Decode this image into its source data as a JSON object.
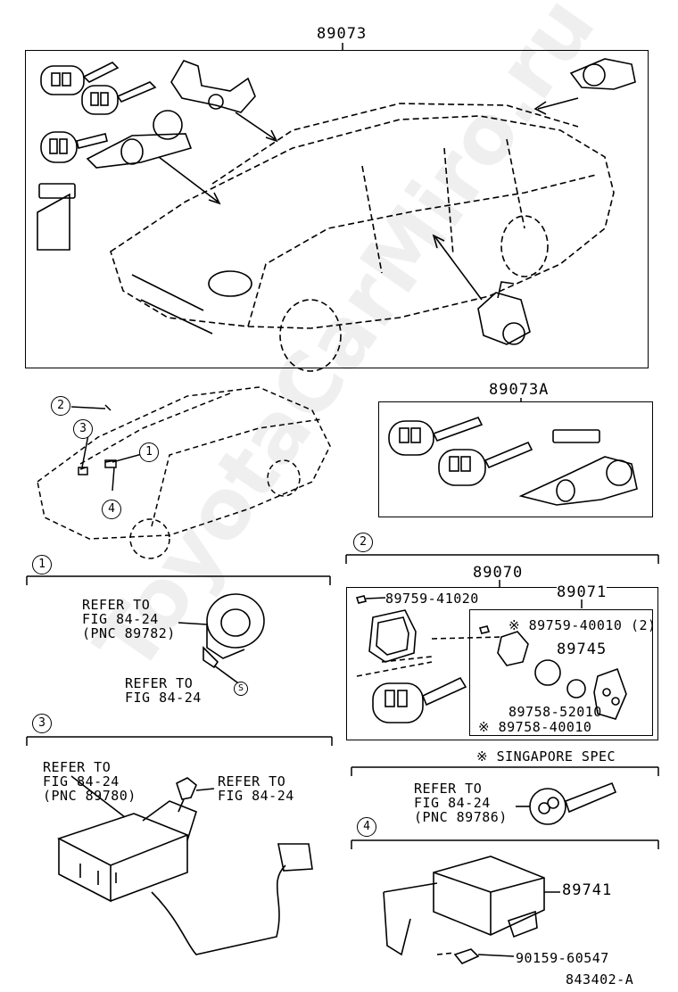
{
  "watermark": "ToyotaCarMiro.ru",
  "top": {
    "part": "89073"
  },
  "key_kit": {
    "part": "89073A"
  },
  "callouts": {
    "c1": "1",
    "c2": "2",
    "c3": "3",
    "c4": "4"
  },
  "sec1": {
    "num": "1",
    "refer_a": "REFER TO\nFIG 84-24\n(PNC 89782)",
    "refer_b": "REFER TO\nFIG 84-24",
    "s_mark": "S"
  },
  "sec2": {
    "num": "2",
    "set": "89070",
    "sub": "89071",
    "p_89759_41020": "89759-41020",
    "p_89759_40010": "※ 89759-40010 (2)",
    "p_89745": "89745",
    "p_89758_52010": "89758-52010",
    "p_89758_40010": "※ 89758-40010",
    "note": "※ SINGAPORE SPEC"
  },
  "sec3": {
    "num": "3",
    "refer_a": "REFER TO\nFIG 84-24\n(PNC 89780)",
    "refer_b": "REFER TO\nFIG 84-24"
  },
  "sec2b": {
    "refer": "REFER TO\nFIG 84-24\n(PNC 89786)"
  },
  "sec4": {
    "num": "4",
    "p_89741": "89741",
    "p_90159": "90159-60547"
  },
  "fig_id": "843402-A"
}
